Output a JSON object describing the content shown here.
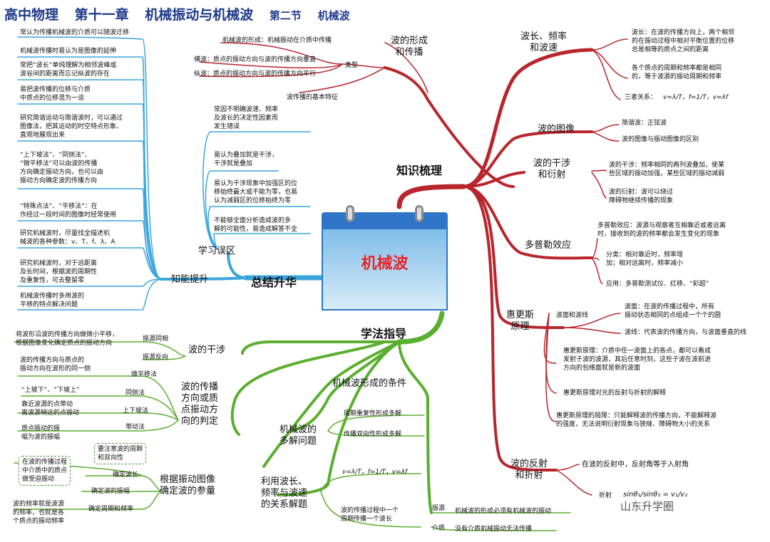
{
  "header": {
    "subject": "高中物理",
    "chapter": "第十一章",
    "title": "机械振动与机械波",
    "section": "第二节",
    "topic": "机械波"
  },
  "center": {
    "title": "机械波"
  },
  "main_branches": {
    "knowledge": "知识梳理",
    "summary": "总结升华",
    "method": "学法指导"
  },
  "knowledge": {
    "formation": {
      "title": "波的形成\n和传播",
      "item_formation": "机械波的形成：机械振动在介质中传播",
      "types_label": "类型",
      "transverse": "横波：质点的振动方向与波的传播方向垂直",
      "longitudinal": "纵波：质点的振动方向与波的传播方向平行",
      "feature": "波传播的基本特征"
    },
    "wavelength": {
      "title": "波长、频率\n和波速",
      "def": "波长：在波的传播方向上，两个相邻\n的在振动过程中相对平衡位置的位移\n总是相等的质点之间的距离",
      "period": "各个质点的周期和频率都是相同\n的，等于波源的振动周期和频率",
      "relation_label": "三者关系：",
      "relation": "v=λ/T，f=1/T，v=λf"
    },
    "graph": {
      "title": "波的图像",
      "simple": "简谐波：正弦波",
      "diff": "波的图像与振动图像的区别"
    },
    "interference": {
      "title": "波的干涉\n和衍射",
      "interf": "波的干涉：频率相同的两列波叠加，使某\n些区域的振动加强，某些区域的振动减弱",
      "diff": "波的衍射：波可以绕过\n障碍物继续传播的现象"
    },
    "doppler": {
      "title": "多普勒效应",
      "def": "多普勒效应：波源与观察者互相靠近或者远离\n时，接收到的波的频率都会发生变化的现象",
      "cls": "分类：相对靠近时，频率增\n加；相对远离时，频率减小",
      "app": "应用：多普勒测试仪、红移、“彩超”"
    },
    "huygens": {
      "title": "惠更斯\n原理",
      "wavefront_label": "波面和波线",
      "wavefront": "波面：在波的传播过程中，所有\n振动状态相同的点组成一个个的圆",
      "ray": "波线：代表波的传播方向，与波面垂直的线",
      "principle": "惠更斯原理：介质中任一波面上的各点，都可以看成\n发射子波的波源，其后任意时刻，这些子波在波前进\n方向的包络面就是新的波面",
      "explain": "惠更斯原理对光的反射与折射的解释",
      "limit": "惠更斯原理的局限：只能解释波的传播方向，不能解释波\n的强度，无法说明衍射现象与狭缝、障碍物大小的关系"
    },
    "reflection": {
      "title": "波的反射\n和折射",
      "reflect": "在波的反射中，反射角等于入射角",
      "refract_label": "折射",
      "refract": "sinθ₁/sinθ₂ = v₁/v₂"
    }
  },
  "summary": {
    "mistakes_title": "学习误区",
    "ability_title": "知能提升",
    "mistakes": [
      "常因不明确波速、频率\n及波长的决定性因素而\n发生错误",
      "易认为叠加就是干涉，\n干涉就是叠加",
      "易认为干涉现象中加强区的位\n移始终最大或不能为零，也易\n认为减弱区的位移始终为零",
      "不能够全面分析造成波的多\n解的可能性，易造成解答不全"
    ],
    "left_items": [
      "常认为传播机械波的介质可以随波迁移",
      "机械波传播时易认为是图像的延伸",
      "常把“波长”单纯理解为相邻波峰或\n波谷间的距离而忘记纵波的存在",
      "易把波传播的位移与介质\n中质点的位移混为一谈",
      "研究简谐运动与简谐波时，可以通过\n图像法，把其运动的时空特点形象、\n直观地展现出来",
      "“上下坡法”、“同侧法”、\n“微平移法”可以由波的传播\n方向确定振动方向，也可以由\n振动方向确定波的传播方向",
      "“特殊点法”、“平移法”：在\n作经过一段时间的图像时经常使用",
      "研究机械波时，尽量找全描述机\n械波的各种参数：v、T、f、λ、A",
      "研究机械波时，对于远距离\n及长时间，根据波的周期性\n及重复性，可去整留零",
      "机械波传播时多用波的\n平移的特点解决问题"
    ]
  },
  "method": {
    "interference": {
      "title": "波的干涉",
      "same": "振源同相",
      "opposite": "振源反向"
    },
    "direction": {
      "title": "波的传播\n方向或质\n点振动方\n向的判定",
      "intro": "将波形沿波的传播方向做微小平移，\n根据图像变化确定质点的振动方向",
      "micro": "微平移法",
      "same_side_note": "波的传播方向与质点的\n振动方向在波形的同一侧",
      "same_side": "同侧法",
      "slope_note": "“上坡下”、“下坡上”",
      "slope": "上下坡法",
      "drive_note": "靠近波源的点带动\n离波源稍远的点振动",
      "drive": "带动法"
    },
    "params": {
      "title": "根据振动图像\n确定波的参量",
      "amp_note": "质点振动的振\n幅为波的振幅",
      "period_note": "要注意波的周期\n和双向性",
      "dashed_note": "在波的传播过程\n中介质中的质点\n做受迫振动",
      "freq_note": "波的频率就是波源\n的频率，也就是各\n个质点的振动频率",
      "wavelength": "确定波长",
      "amplitude": "确定波的振幅",
      "period": "确定周期和频率"
    },
    "multi": {
      "title": "机械波的\n多解问题",
      "periodic": "周期重复性形成多解",
      "bidirectional": "传播双向性形成多解"
    },
    "relation": {
      "title": "利用波长、\n频率与波速\n的关系解题",
      "formula": "v=λ/T，f=1/T，v=λf",
      "note": "波的传播过程中一个\n周期传播一个波长"
    },
    "conditions": {
      "title": "机械波形成的条件",
      "source_label": "振源",
      "source": "机械波的形成必须有机械波的振动",
      "medium_label": "介质",
      "medium": "没有介质机械振动无法传播"
    }
  },
  "watermark": "山东升学圈",
  "colors": {
    "red_branch": "#b8262c",
    "blue_branch": "#3aa6dc",
    "green_branch": "#5aae2e",
    "title_blue": "#1f3a8a"
  }
}
